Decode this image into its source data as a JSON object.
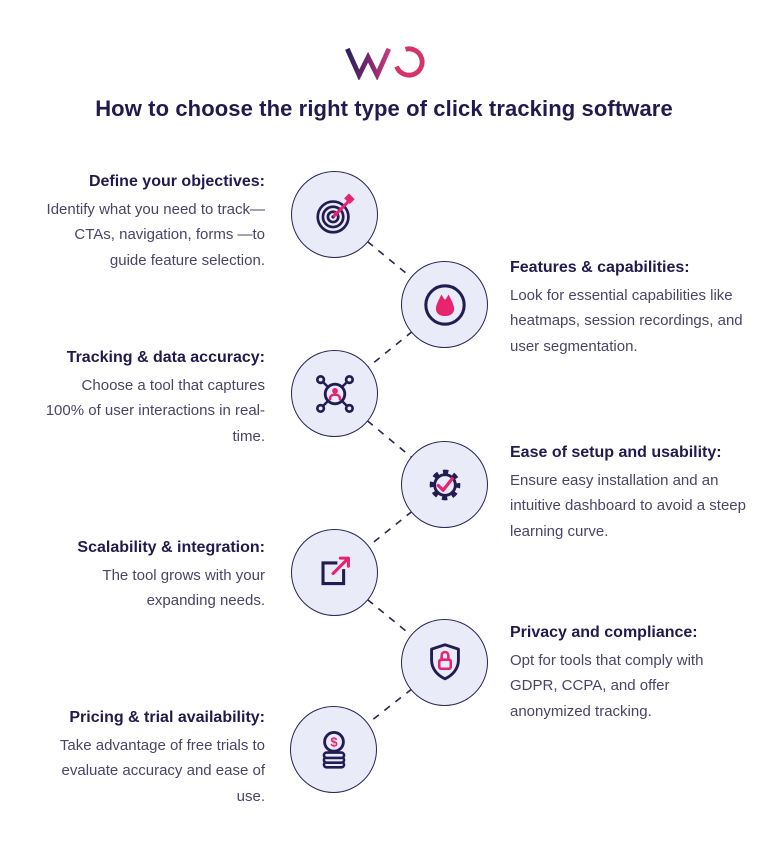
{
  "logo": {
    "name": "VWO"
  },
  "title": "How to choose the right type of click tracking software",
  "colors": {
    "heading_navy": "#211a4d",
    "body_text": "#4b4466",
    "accent_pink": "#e6246f",
    "bubble_fill": "#e9ebf9",
    "line_navy": "#2a2452"
  },
  "steps": [
    {
      "side": "left",
      "icon": "target-icon",
      "title": "Define your objectives:",
      "body": "Identify what you need to track—CTAs, navigation, forms —to guide feature selection."
    },
    {
      "side": "right",
      "icon": "heatmap-flame-icon",
      "title": "Features & capabilities:",
      "body": "Look for essential capabilities like heatmaps, session recordings, and user segmentation."
    },
    {
      "side": "left",
      "icon": "user-network-icon",
      "title": "Tracking & data accuracy:",
      "body": "Choose a tool that captures 100% of user interactions in real-time."
    },
    {
      "side": "right",
      "icon": "gear-check-icon",
      "title": "Ease of setup and usability:",
      "body": "Ensure easy installation and an intuitive dashboard to avoid a steep learning curve."
    },
    {
      "side": "left",
      "icon": "scale-arrow-icon",
      "title": "Scalability & integration:",
      "body": "The tool grows with your expanding needs."
    },
    {
      "side": "right",
      "icon": "shield-lock-icon",
      "title": "Privacy and compliance:",
      "body": "Opt for tools that comply with GDPR, CCPA, and offer anonymized tracking."
    },
    {
      "side": "left",
      "icon": "coins-icon",
      "title": "Pricing & trial availability:",
      "body": "Take advantage of free trials to evaluate accuracy and ease of use."
    }
  ]
}
